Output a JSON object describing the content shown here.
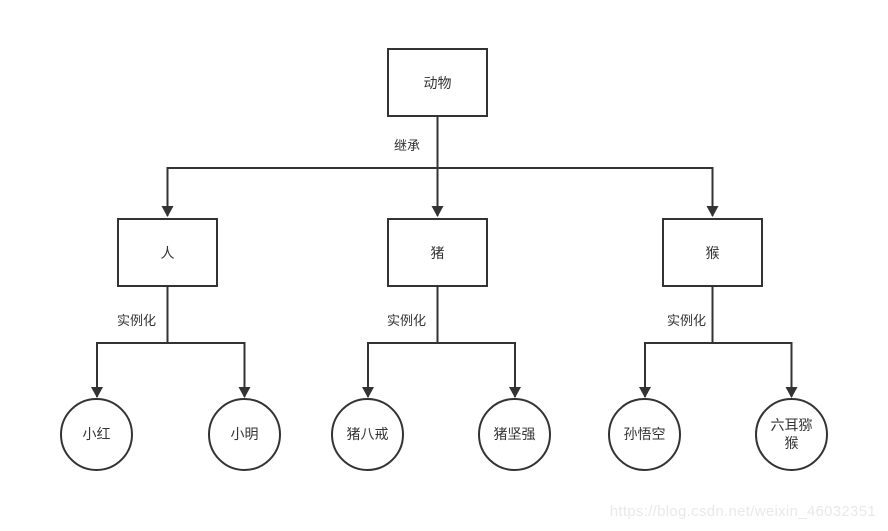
{
  "diagram": {
    "root": {
      "label": "动物"
    },
    "edge_labels": {
      "inheritance": "继承",
      "instantiation": [
        "实例化",
        "实例化",
        "实例化"
      ]
    },
    "classes": [
      {
        "label": "人"
      },
      {
        "label": "猪"
      },
      {
        "label": "猴"
      }
    ],
    "instances": [
      {
        "label": "小红",
        "parent": "人"
      },
      {
        "label": "小明",
        "parent": "人"
      },
      {
        "label": "猪八戒",
        "parent": "猪"
      },
      {
        "label": "猪坚强",
        "parent": "猪"
      },
      {
        "label": "孙悟空",
        "parent": "猴"
      },
      {
        "label": "六耳猕猴",
        "parent": "猴"
      }
    ],
    "colors": {
      "line": "#333333",
      "text": "#333333",
      "background": "#ffffff",
      "watermark": "#e9e9e9"
    }
  },
  "watermark": {
    "text": "https://blog.csdn.net/weixin_46032351"
  }
}
